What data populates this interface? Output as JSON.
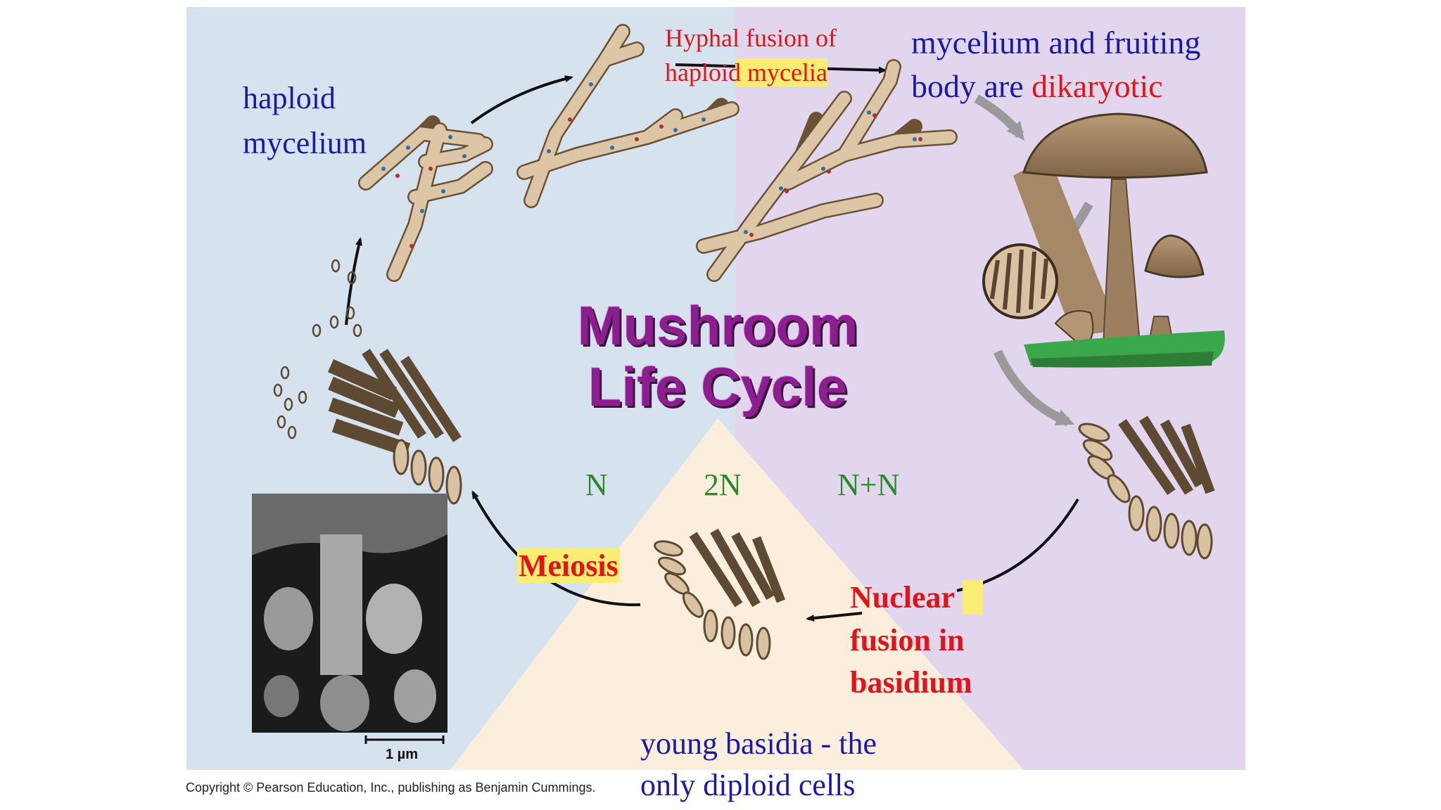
{
  "title_line1": "Mushroom",
  "title_line2": "Life Cycle",
  "labels": {
    "haploid_mycelium_line1": "haploid",
    "haploid_mycelium_line2": "mycelium",
    "hyphal_fusion_line1": "Hyphal fusion of",
    "hyphal_fusion_line2": "haploid  mycelia",
    "dikaryotic_line1": "mycelium and fruiting",
    "dikaryotic_line2a": "body are ",
    "dikaryotic_line2b": "dikaryotic",
    "n": "N",
    "two_n": "2N",
    "n_plus_n": "N+N",
    "meiosis": "Meiosis",
    "nuclear_line1": "Nuclear",
    "nuclear_line2": "fusion in",
    "nuclear_line3": "basidium",
    "young_line1": "young basidia - the",
    "young_line2": "only diploid cells",
    "scale": "1 µm",
    "copyright": "Copyright © Pearson Education, Inc., publishing as Benjamin Cummings."
  },
  "colors": {
    "haploid_bg": "#d6e3ee",
    "dikaryotic_bg": "#e2d6ee",
    "diploid_bg": "#fbeedc",
    "title": "#8b1f8f",
    "label_blue": "#1a1aa6",
    "label_red": "#e0141a",
    "label_green": "#2a8a2a",
    "highlight": "#fbec72"
  }
}
